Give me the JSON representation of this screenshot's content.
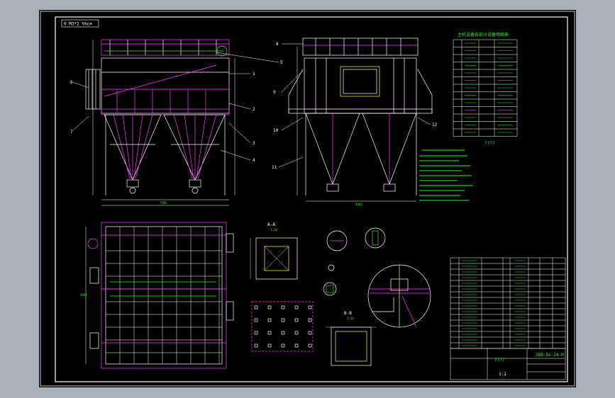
{
  "colors": {
    "line_white": "#ffffff",
    "line_magenta": "#ff3cff",
    "line_green": "#2ff02f",
    "line_cyan": "#35e0e8",
    "line_yellow": "#ffff40",
    "background": "#000000",
    "frame": "#a9b1bb"
  },
  "drawing": {
    "stamp": "0 M3*2 %%c≡",
    "table_title": "主机设备各部分设备明细表",
    "table_footer": "????",
    "block_drawing_no": "????",
    "block_scale": "1:1",
    "block_code": "ZDB-5x-24-M",
    "section_a_label": "A-A",
    "section_b_label": "B-B",
    "scale_label": "1:10"
  },
  "callouts": [
    "1",
    "2",
    "3",
    "4",
    "5",
    "6",
    "7",
    "8",
    "9",
    "10",
    "11",
    "12"
  ],
  "dimensions": {
    "front_width": "7200",
    "side_width": "4060",
    "plan_depth": "4600"
  }
}
